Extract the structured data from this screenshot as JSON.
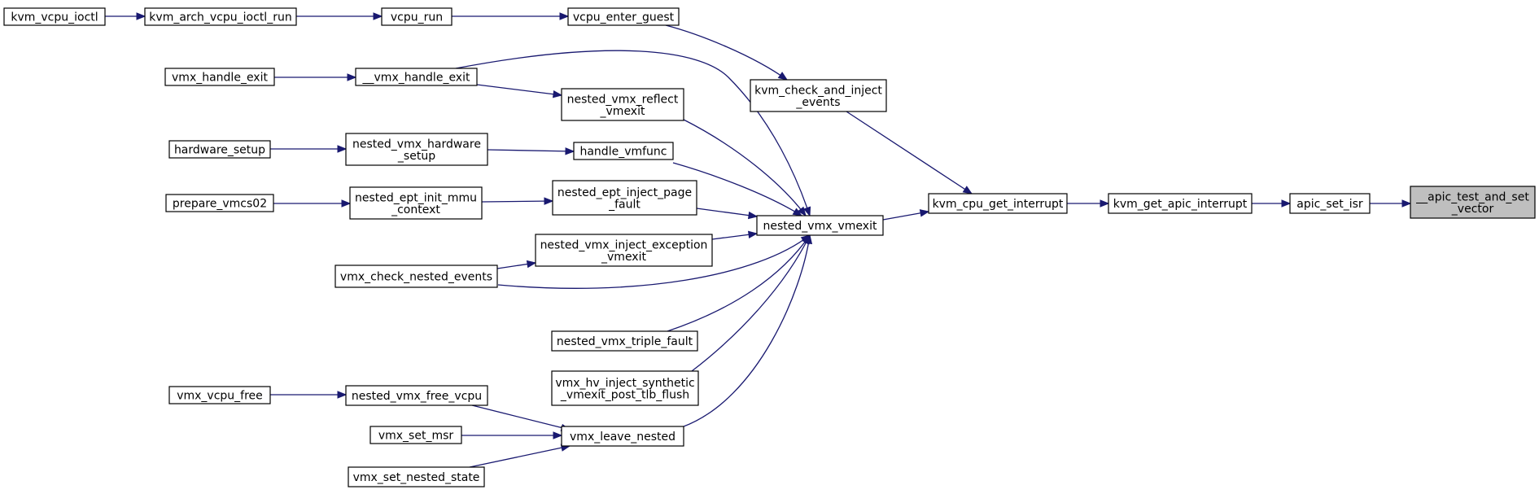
{
  "graph": {
    "type": "call-graph",
    "focus_node": "apic_test_and_set_vector",
    "colors": {
      "edge": "#191970",
      "node_border": "#000000",
      "node_fill": "#ffffff",
      "focus_fill": "#bfbfbf"
    },
    "nodes": [
      {
        "id": "kvm_vcpu_ioctl",
        "lines": [
          "kvm_vcpu_ioctl"
        ]
      },
      {
        "id": "kvm_arch_vcpu_ioctl_run",
        "lines": [
          "kvm_arch_vcpu_ioctl_run"
        ]
      },
      {
        "id": "vcpu_run",
        "lines": [
          "vcpu_run"
        ]
      },
      {
        "id": "vcpu_enter_guest",
        "lines": [
          "vcpu_enter_guest"
        ]
      },
      {
        "id": "vmx_handle_exit",
        "lines": [
          "vmx_handle_exit"
        ]
      },
      {
        "id": "__vmx_handle_exit",
        "lines": [
          "__vmx_handle_exit"
        ]
      },
      {
        "id": "nested_vmx_reflect_vmexit",
        "lines": [
          "nested_vmx_reflect",
          "_vmexit"
        ]
      },
      {
        "id": "kvm_check_and_inject_events",
        "lines": [
          "kvm_check_and_inject",
          "_events"
        ]
      },
      {
        "id": "hardware_setup",
        "lines": [
          "hardware_setup"
        ]
      },
      {
        "id": "nested_vmx_hardware_setup",
        "lines": [
          "nested_vmx_hardware",
          "_setup"
        ]
      },
      {
        "id": "handle_vmfunc",
        "lines": [
          "handle_vmfunc"
        ]
      },
      {
        "id": "prepare_vmcs02",
        "lines": [
          "prepare_vmcs02"
        ]
      },
      {
        "id": "nested_ept_init_mmu_context",
        "lines": [
          "nested_ept_init_mmu",
          "_context"
        ]
      },
      {
        "id": "nested_ept_inject_page_fault",
        "lines": [
          "nested_ept_inject_page",
          "_fault"
        ]
      },
      {
        "id": "nested_vmx_vmexit",
        "lines": [
          "nested_vmx_vmexit"
        ]
      },
      {
        "id": "kvm_cpu_get_interrupt",
        "lines": [
          "kvm_cpu_get_interrupt"
        ]
      },
      {
        "id": "kvm_get_apic_interrupt",
        "lines": [
          "kvm_get_apic_interrupt"
        ]
      },
      {
        "id": "apic_set_isr",
        "lines": [
          "apic_set_isr"
        ]
      },
      {
        "id": "apic_test_and_set_vector",
        "lines": [
          "__apic_test_and_set",
          "_vector"
        ]
      },
      {
        "id": "nested_vmx_inject_exception_vmexit",
        "lines": [
          "nested_vmx_inject_exception",
          "_vmexit"
        ]
      },
      {
        "id": "vmx_check_nested_events",
        "lines": [
          "vmx_check_nested_events"
        ]
      },
      {
        "id": "nested_vmx_triple_fault",
        "lines": [
          "nested_vmx_triple_fault"
        ]
      },
      {
        "id": "vmx_hv_inject_synthetic_vmexit_post_tlb_flush",
        "lines": [
          "vmx_hv_inject_synthetic",
          "_vmexit_post_tlb_flush"
        ]
      },
      {
        "id": "vmx_vcpu_free",
        "lines": [
          "vmx_vcpu_free"
        ]
      },
      {
        "id": "nested_vmx_free_vcpu",
        "lines": [
          "nested_vmx_free_vcpu"
        ]
      },
      {
        "id": "vmx_set_msr",
        "lines": [
          "vmx_set_msr"
        ]
      },
      {
        "id": "vmx_leave_nested",
        "lines": [
          "vmx_leave_nested"
        ]
      },
      {
        "id": "vmx_set_nested_state",
        "lines": [
          "vmx_set_nested_state"
        ]
      }
    ],
    "edges": [
      {
        "from": "kvm_vcpu_ioctl",
        "to": "kvm_arch_vcpu_ioctl_run"
      },
      {
        "from": "kvm_arch_vcpu_ioctl_run",
        "to": "vcpu_run"
      },
      {
        "from": "vcpu_run",
        "to": "vcpu_enter_guest"
      },
      {
        "from": "vcpu_enter_guest",
        "to": "kvm_check_and_inject_events"
      },
      {
        "from": "vmx_handle_exit",
        "to": "__vmx_handle_exit"
      },
      {
        "from": "__vmx_handle_exit",
        "to": "nested_vmx_reflect_vmexit"
      },
      {
        "from": "__vmx_handle_exit",
        "to": "nested_vmx_vmexit"
      },
      {
        "from": "nested_vmx_reflect_vmexit",
        "to": "nested_vmx_vmexit"
      },
      {
        "from": "kvm_check_and_inject_events",
        "to": "kvm_cpu_get_interrupt"
      },
      {
        "from": "hardware_setup",
        "to": "nested_vmx_hardware_setup"
      },
      {
        "from": "nested_vmx_hardware_setup",
        "to": "handle_vmfunc"
      },
      {
        "from": "handle_vmfunc",
        "to": "nested_vmx_vmexit"
      },
      {
        "from": "prepare_vmcs02",
        "to": "nested_ept_init_mmu_context"
      },
      {
        "from": "nested_ept_init_mmu_context",
        "to": "nested_ept_inject_page_fault"
      },
      {
        "from": "nested_ept_inject_page_fault",
        "to": "nested_vmx_vmexit"
      },
      {
        "from": "nested_vmx_vmexit",
        "to": "kvm_cpu_get_interrupt"
      },
      {
        "from": "kvm_cpu_get_interrupt",
        "to": "kvm_get_apic_interrupt"
      },
      {
        "from": "kvm_get_apic_interrupt",
        "to": "apic_set_isr"
      },
      {
        "from": "apic_set_isr",
        "to": "apic_test_and_set_vector"
      },
      {
        "from": "nested_vmx_inject_exception_vmexit",
        "to": "nested_vmx_vmexit"
      },
      {
        "from": "vmx_check_nested_events",
        "to": "nested_vmx_inject_exception_vmexit"
      },
      {
        "from": "vmx_check_nested_events",
        "to": "nested_vmx_vmexit"
      },
      {
        "from": "nested_vmx_triple_fault",
        "to": "nested_vmx_vmexit"
      },
      {
        "from": "vmx_hv_inject_synthetic_vmexit_post_tlb_flush",
        "to": "nested_vmx_vmexit"
      },
      {
        "from": "vmx_leave_nested",
        "to": "nested_vmx_vmexit"
      },
      {
        "from": "vmx_vcpu_free",
        "to": "nested_vmx_free_vcpu"
      },
      {
        "from": "nested_vmx_free_vcpu",
        "to": "vmx_leave_nested"
      },
      {
        "from": "vmx_set_msr",
        "to": "vmx_leave_nested"
      },
      {
        "from": "vmx_set_nested_state",
        "to": "vmx_leave_nested"
      }
    ]
  }
}
